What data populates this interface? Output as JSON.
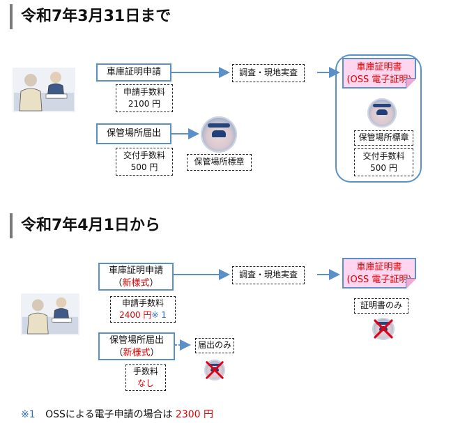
{
  "section1": {
    "heading": "令和7年3月31日まで",
    "application": "車庫証明申請",
    "app_fee_label": "申請手数料",
    "app_fee_value": "2100 円",
    "investigation": "調査・現地実査",
    "parking_notice": "保管場所届出",
    "issue_fee_label": "交付手数料",
    "issue_fee_value": "500 円",
    "sticker_label": "保管場所標章",
    "certificate_line1": "車庫証明書",
    "certificate_line2": "(OSS 電子証明)",
    "right_sticker_label": "保管場所標章",
    "right_fee_label": "交付手数料",
    "right_fee_value": "500 円"
  },
  "section2": {
    "heading": "令和7年4月1日から",
    "application_line1": "車庫証明申請",
    "application_line2_open": "（",
    "application_line2_new": "新様式",
    "application_line2_close": "）",
    "app_fee_label": "申請手数料",
    "app_fee_value": "2400 円",
    "app_fee_note": "※ 1",
    "investigation": "調査・現地実査",
    "certificate_line1": "車庫証明書",
    "certificate_line2": "(OSS 電子証明)",
    "certificate_only": "証明書のみ",
    "parking_line1": "保管場所届出",
    "parking_line2_open": "（",
    "parking_line2_new": "新様式",
    "parking_line2_close": "）",
    "notice_only": "届出のみ",
    "fee_label": "手数料",
    "fee_value": "なし"
  },
  "footnote": {
    "mark": "※1",
    "text": "OSSによる電子申請の場合は",
    "amount": "2300 円"
  },
  "colors": {
    "accent_blue": "#5b8fc7",
    "emphasis_red": "#e00000",
    "certificate_pink": "#ffd6ef"
  }
}
